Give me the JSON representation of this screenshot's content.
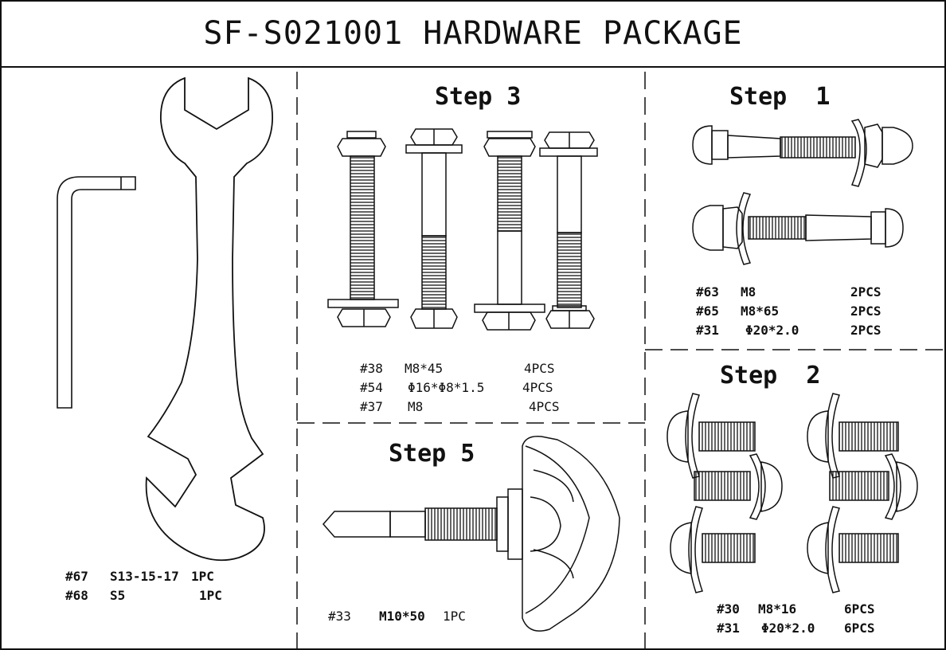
{
  "title": "SF-S021001 HARDWARE PACKAGE",
  "steps": {
    "step3": "Step 3",
    "step1": "Step  1",
    "step2": "Step  2",
    "step5": "Step 5"
  },
  "tools": [
    {
      "part": "#67",
      "spec": "S13-15-17",
      "qty": "1PC"
    },
    {
      "part": "#68",
      "spec": "S5",
      "qty": "1PC"
    }
  ],
  "step3_parts": [
    {
      "part": "#38",
      "spec": "M8*45",
      "qty": "4PCS"
    },
    {
      "part": "#54",
      "spec": "Φ16*Φ8*1.5",
      "qty": "4PCS"
    },
    {
      "part": "#37",
      "spec": "M8",
      "qty": "4PCS"
    }
  ],
  "step1_parts": [
    {
      "part": "#63",
      "spec": "M8",
      "qty": "2PCS"
    },
    {
      "part": "#65",
      "spec": "M8*65",
      "qty": "2PCS"
    },
    {
      "part": "#31",
      "spec": "Φ20*2.0",
      "qty": "2PCS"
    }
  ],
  "step2_parts": [
    {
      "part": "#30",
      "spec": "M8*16",
      "qty": "6PCS"
    },
    {
      "part": "#31",
      "spec": "Φ20*2.0",
      "qty": "6PCS"
    }
  ],
  "step5_parts": [
    {
      "part": "#33",
      "spec": "M10*50",
      "qty": "1PC"
    }
  ]
}
